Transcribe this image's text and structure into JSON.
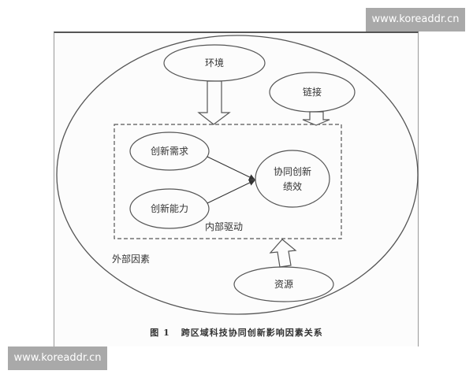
{
  "watermarks": {
    "top_right": "www.koreaddr.cn",
    "bottom_left": "www.koreaddr.cn"
  },
  "diagram": {
    "outer_label": "外部因素",
    "inner_box_label": "内部驱动",
    "nodes": {
      "environment": "环境",
      "linkage": "链接",
      "resources": "资源",
      "innovation_demand": "创新需求",
      "innovation_capability": "创新能力",
      "performance_line1": "协同创新",
      "performance_line2": "绩效"
    },
    "edges": [
      {
        "from": "环境",
        "to": "内部驱动",
        "type": "hollow-arrow"
      },
      {
        "from": "链接",
        "to": "内部驱动",
        "type": "hollow-arrow"
      },
      {
        "from": "资源",
        "to": "内部驱动",
        "type": "hollow-arrow"
      },
      {
        "from": "创新需求",
        "to": "协同创新绩效",
        "type": "line-arrow"
      },
      {
        "from": "创新能力",
        "to": "协同创新绩效",
        "type": "line-arrow"
      }
    ],
    "colors": {
      "stroke": "#444444",
      "text": "#333333",
      "watermark_bg": "#a9a9a9"
    }
  },
  "caption": {
    "number": "图 1",
    "title": "跨区域科技协同创新影响因素关系"
  }
}
